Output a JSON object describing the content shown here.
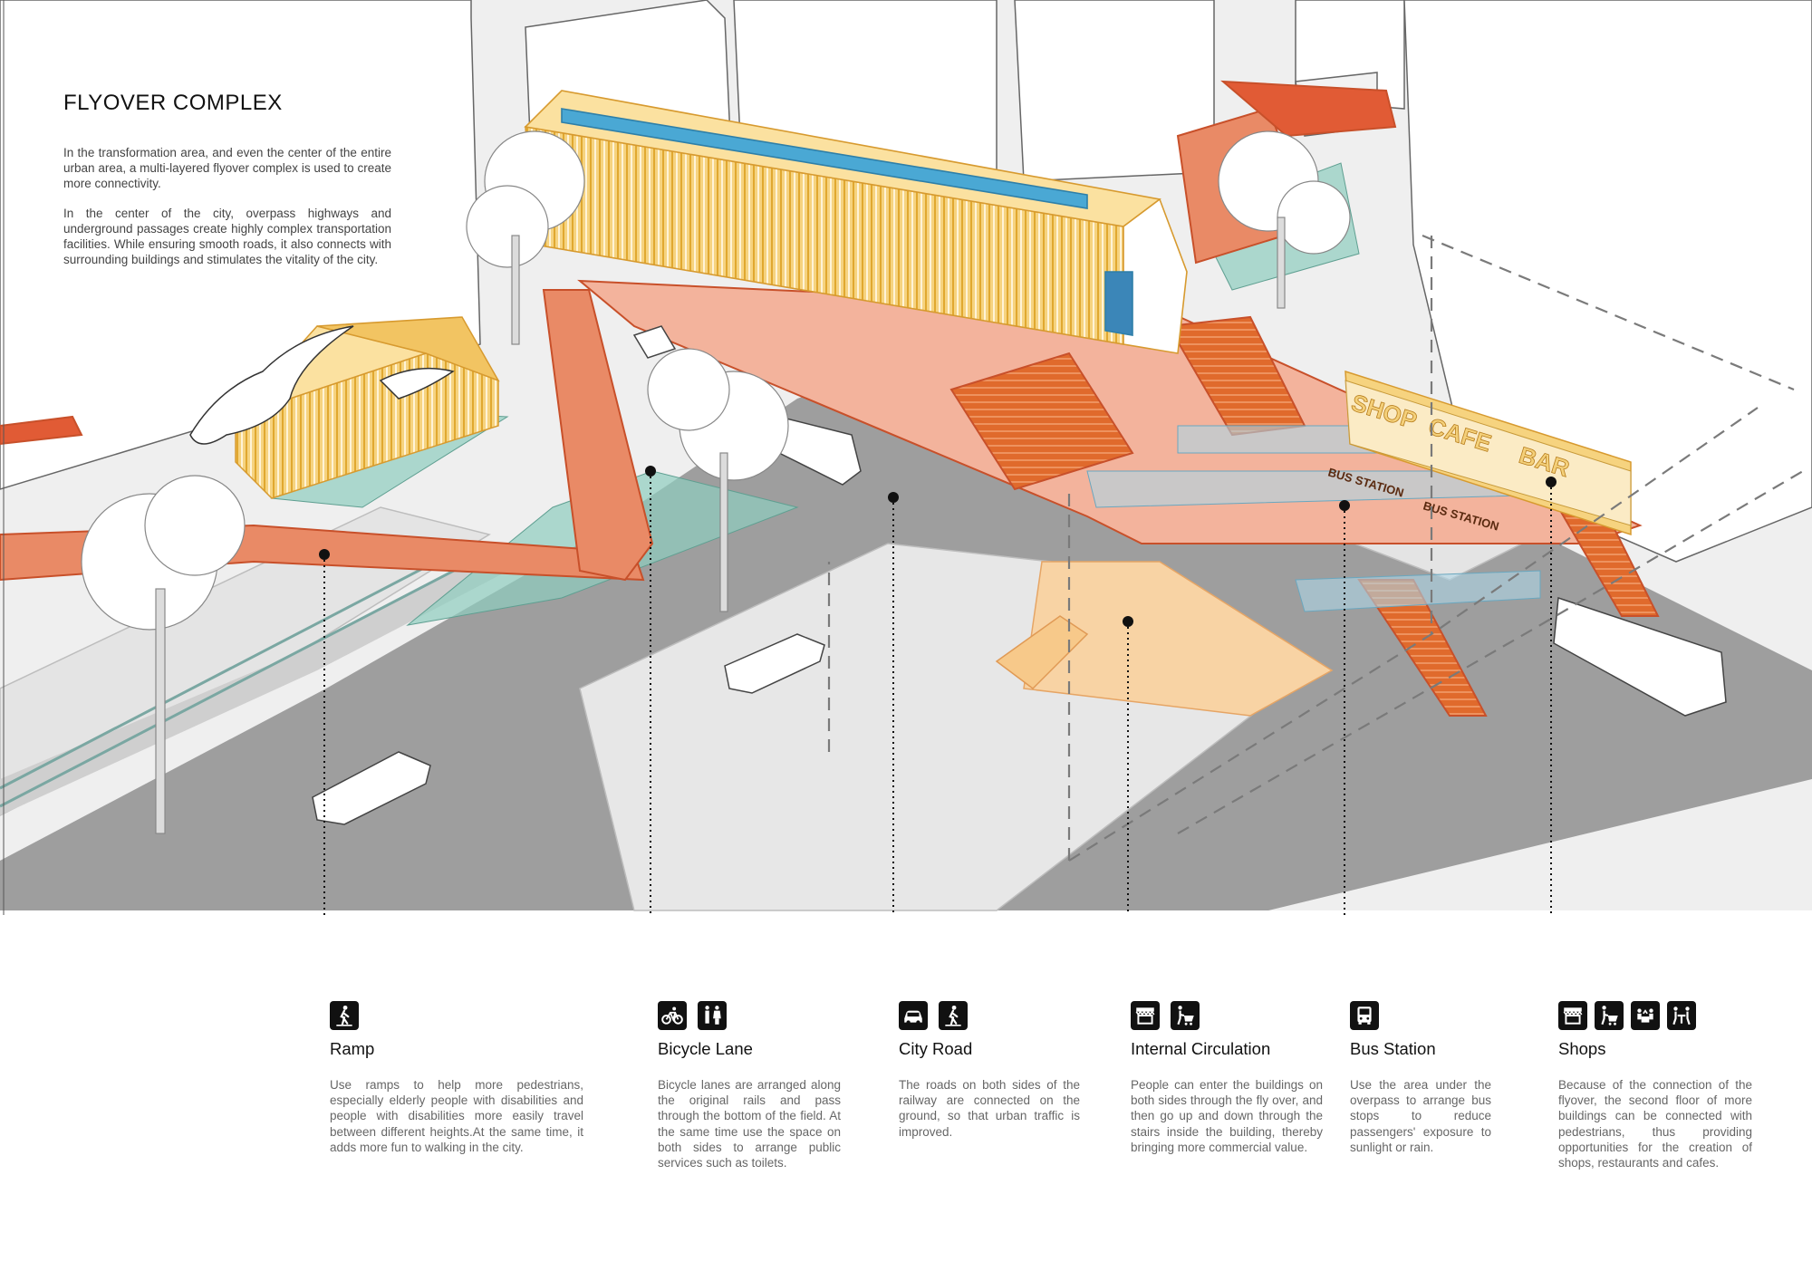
{
  "header": {
    "title": "FLYOVER COMPLEX",
    "paragraphs": [
      "In the transformation area, and even the center of the entire urban area, a multi-layered flyover complex is used to create more connectivity.",
      "In the center of the city, overpass highways and underground passages create highly complex transportation facilities. While ensuring smooth roads, it also connects with surrounding buildings and stimulates the vitality of the city."
    ]
  },
  "scene": {
    "signs": {
      "shop": "SHOP",
      "cafe": "CAFE",
      "bar": "BAR"
    },
    "bus_station_1": "BUS STATION",
    "bus_station_2": "BUS STATION"
  },
  "callouts": [
    {
      "title": "Ramp",
      "icons": [
        "pedestrian-icon"
      ],
      "text": "Use ramps to help more pedestrians, especially elderly people with disabilities and people with disabilities more easily travel between different heights.At the same time, it adds more fun to walking in the city."
    },
    {
      "title": "Bicycle Lane",
      "icons": [
        "bicycle-icon",
        "restroom-icon"
      ],
      "text": "Bicycle lanes are arranged along the original rails and pass through the bottom of the field. At the same time use the space on both sides to arrange public services such as toilets."
    },
    {
      "title": "City Road",
      "icons": [
        "car-icon",
        "pedestrian-icon"
      ],
      "text": "The roads on both sides of the railway are connected on the ground, so that urban traffic is improved."
    },
    {
      "title": "Internal Circulation",
      "icons": [
        "kiosk-icon",
        "shopping-cart-icon"
      ],
      "text": "People can enter the buildings on both sides through the fly over, and then go up and down through the stairs inside the building, thereby bringing more commercial value."
    },
    {
      "title": "Bus Station",
      "icons": [
        "bus-icon"
      ],
      "text": "Use the area under the overpass to arrange bus stops to reduce passengers' exposure to sunlight or rain."
    },
    {
      "title": "Shops",
      "icons": [
        "kiosk-icon",
        "shopping-cart-icon",
        "market-stall-icon",
        "dining-icon"
      ],
      "text": "Because of the connection of the flyover, the second floor of more buildings can be connected with pedestrians, thus providing opportunities for the creation of shops, restaurants and cafes."
    }
  ]
}
